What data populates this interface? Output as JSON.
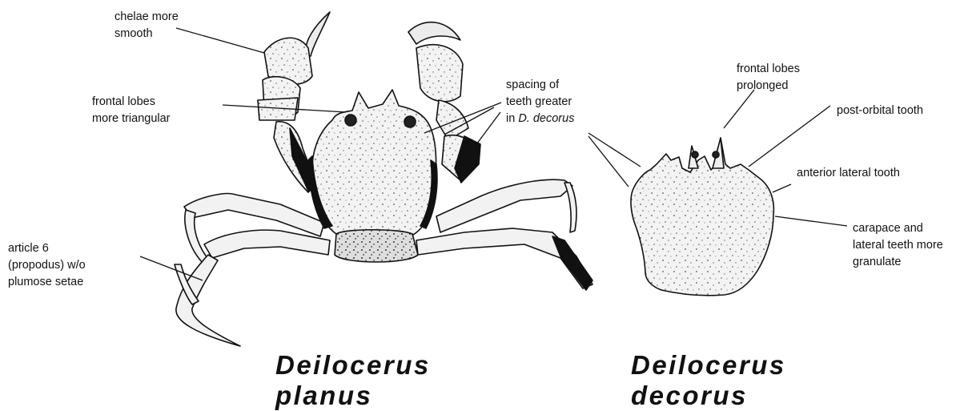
{
  "labels": {
    "chelae": [
      "chelae more",
      "smooth"
    ],
    "frontal_triangular": [
      "frontal lobes",
      "more triangular"
    ],
    "spacing": {
      "line1": "spacing of",
      "line2": "teeth greater",
      "line3_prefix": "in ",
      "line3_italic": "D. decorus"
    },
    "article6": [
      "article 6",
      "(propodus) w/o",
      "plumose setae"
    ],
    "frontal_prolonged": [
      "frontal lobes",
      "prolonged"
    ],
    "post_orbital": "post-orbital tooth",
    "anterior_lateral": "anterior lateral tooth",
    "carapace": [
      "carapace and",
      "lateral teeth more",
      "granulate"
    ]
  },
  "species": {
    "planus": [
      "Deilocerus",
      "planus"
    ],
    "decorus": [
      "Deilocerus",
      "decorus"
    ]
  },
  "colors": {
    "ink": "#111111",
    "shell": "#f1f1f1",
    "background": "#ffffff"
  }
}
